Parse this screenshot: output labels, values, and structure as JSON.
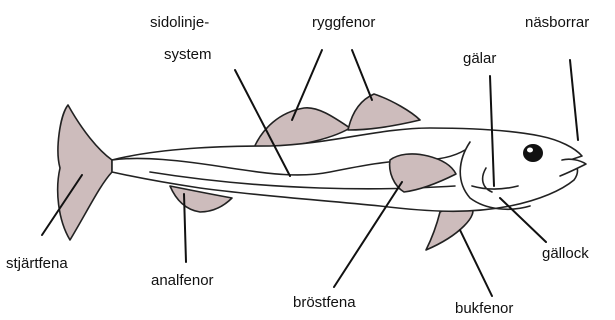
{
  "diagram": {
    "labels": {
      "sidolinje": "sidolinje-",
      "system": "system",
      "ryggfenor": "ryggfenor",
      "nasborrar": "näsborrar",
      "galar": "gälar",
      "stjartfena": "stjärtfena",
      "analfenor": "analfenor",
      "brostfena": "bröstfena",
      "gallock": "gällock",
      "bukfenor": "bukfenor"
    },
    "colors": {
      "fin_fill": "#cdbcbc",
      "outline": "#222222",
      "body_fill": "#ffffff",
      "eye": "#111111"
    }
  }
}
